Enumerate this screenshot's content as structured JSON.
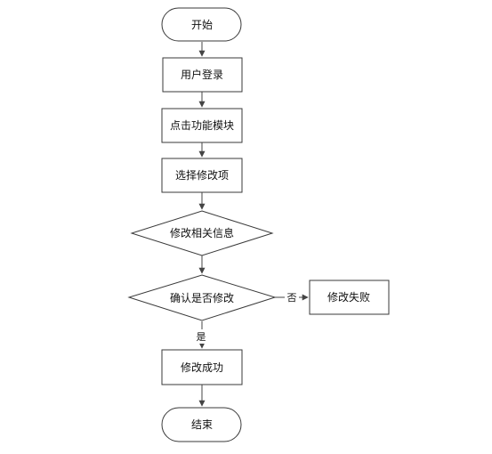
{
  "flowchart": {
    "nodes": {
      "start": "开始",
      "login": "用户登录",
      "click_module": "点击功能模块",
      "select_item": "选择修改项",
      "modify_info": "修改相关信息",
      "confirm": "确认是否修改",
      "fail": "修改失败",
      "success": "修改成功",
      "end": "结束"
    },
    "edge_labels": {
      "no": "否",
      "yes": "是"
    }
  }
}
